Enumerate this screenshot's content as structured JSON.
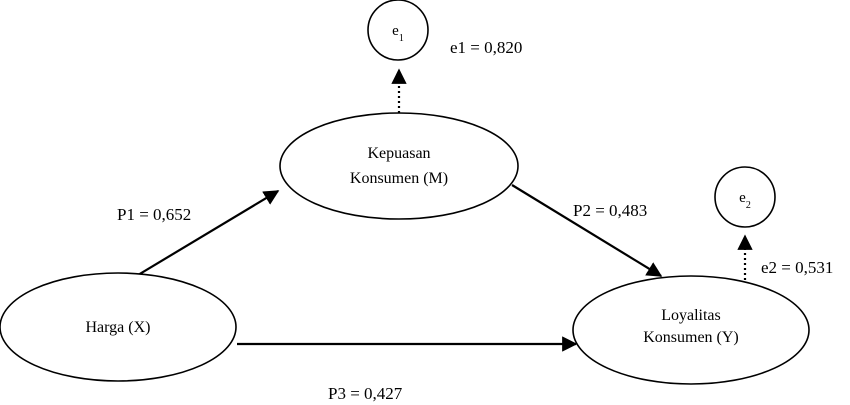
{
  "nodes": {
    "harga": {
      "line1": "Harga (X)"
    },
    "kepuasan": {
      "line1": "Kepuasan",
      "line2": "Konsumen (M)"
    },
    "loyalitas": {
      "line1": "Loyalitas",
      "line2": "Konsumen (Y)"
    },
    "e1": {
      "base": "e",
      "sub": "1"
    },
    "e2": {
      "base": "e",
      "sub": "2"
    }
  },
  "edges": {
    "p1": "P1 = 0,652",
    "p2": "P2 = 0,483",
    "p3": "P3 = 0,427",
    "err1": "e1 = 0,820",
    "err2": "e2 = 0,531"
  },
  "colors": {
    "stroke": "#000000",
    "background": "#ffffff"
  }
}
